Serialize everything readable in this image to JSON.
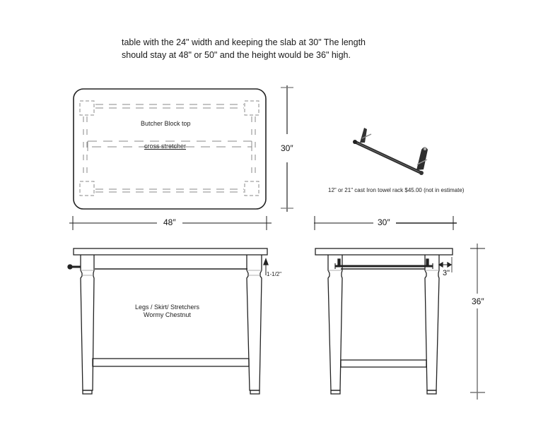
{
  "note": {
    "line1": "table with the 24\" width and keeping the slab at 30\"   The length",
    "line2": "should stay at 48\" or 50\" and the height would be 36\" high."
  },
  "top_view": {
    "top_label": "Butcher Block top",
    "stretcher_label": "cross stretcher",
    "depth_dim": "30″",
    "length_dim": "48″"
  },
  "towel_rack": {
    "caption": "12\"  or 21\" cast Iron towel rack  $45.00 (not in estimate)"
  },
  "front_view": {
    "material_line1": "Legs / Skirt/ Stretchers",
    "material_line2": "Wormy Chestnut",
    "overhang_dim": "1-1/2\""
  },
  "side_view": {
    "width_dim": "30″",
    "offset_dim": "3\"",
    "height_dim": "36″"
  },
  "colors": {
    "line": "#222222",
    "dim_line": "#666666",
    "dashed": "#888888"
  }
}
